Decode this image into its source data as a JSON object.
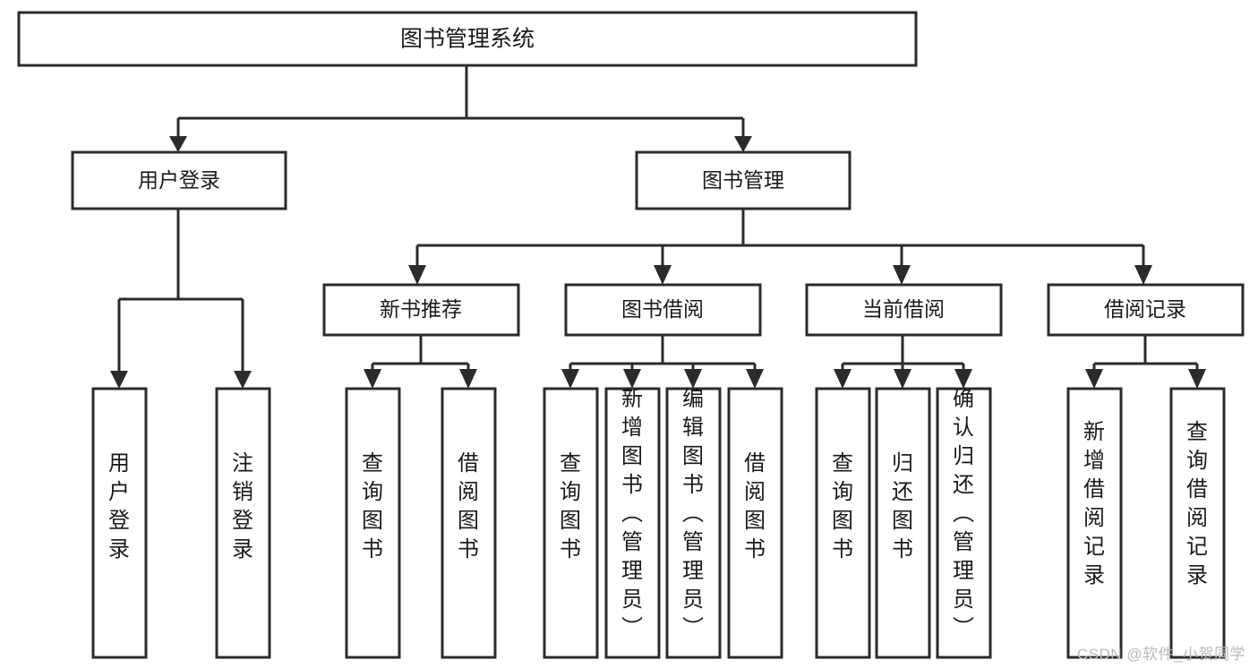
{
  "diagram": {
    "title": "图书管理系统",
    "type": "tree-hierarchy-chart",
    "root": {
      "id": "root",
      "label": "图书管理系统",
      "level": 1
    },
    "level2": [
      {
        "id": "user-login",
        "label": "用户登录",
        "level": 2
      },
      {
        "id": "book-manage",
        "label": "图书管理",
        "level": 2
      }
    ],
    "level3": [
      {
        "id": "new-book-recommend",
        "label": "新书推荐",
        "parent": "book-manage",
        "level": 3
      },
      {
        "id": "book-borrow",
        "label": "图书借阅",
        "parent": "book-manage",
        "level": 3
      },
      {
        "id": "current-borrow",
        "label": "当前借阅",
        "parent": "book-manage",
        "level": 3
      },
      {
        "id": "borrow-record",
        "label": "借阅记录",
        "parent": "book-manage",
        "level": 3
      }
    ],
    "leaves": [
      {
        "id": "leaf-user-login",
        "label": "用户登录",
        "parent": "user-login"
      },
      {
        "id": "leaf-user-logout",
        "label": "注销登录",
        "parent": "user-login"
      },
      {
        "id": "leaf-query-book-1",
        "label": "查询图书",
        "parent": "new-book-recommend"
      },
      {
        "id": "leaf-borrow-book-1",
        "label": "借阅图书",
        "parent": "new-book-recommend"
      },
      {
        "id": "leaf-query-book-2",
        "label": "查询图书",
        "parent": "book-borrow"
      },
      {
        "id": "leaf-add-book",
        "label": "新增图书（管理员）",
        "parent": "book-borrow"
      },
      {
        "id": "leaf-edit-book",
        "label": "编辑图书（管理员）",
        "parent": "book-borrow"
      },
      {
        "id": "leaf-borrow-book-2",
        "label": "借阅图书",
        "parent": "book-borrow"
      },
      {
        "id": "leaf-query-book-3",
        "label": "查询图书",
        "parent": "current-borrow"
      },
      {
        "id": "leaf-return-book",
        "label": "归还图书",
        "parent": "current-borrow"
      },
      {
        "id": "leaf-confirm-return",
        "label": "确认归还（管理员）",
        "parent": "current-borrow"
      },
      {
        "id": "leaf-add-record",
        "label": "新增借阅记录",
        "parent": "borrow-record"
      },
      {
        "id": "leaf-query-record",
        "label": "查询借阅记录",
        "parent": "borrow-record"
      }
    ]
  },
  "watermark": {
    "text": "CSDN @软件_小贺同学"
  },
  "colors": {
    "stroke": "#2b2b2b",
    "fill": "#ffffff",
    "text": "#1a1a1a",
    "watermark": "#b9b9b9"
  }
}
